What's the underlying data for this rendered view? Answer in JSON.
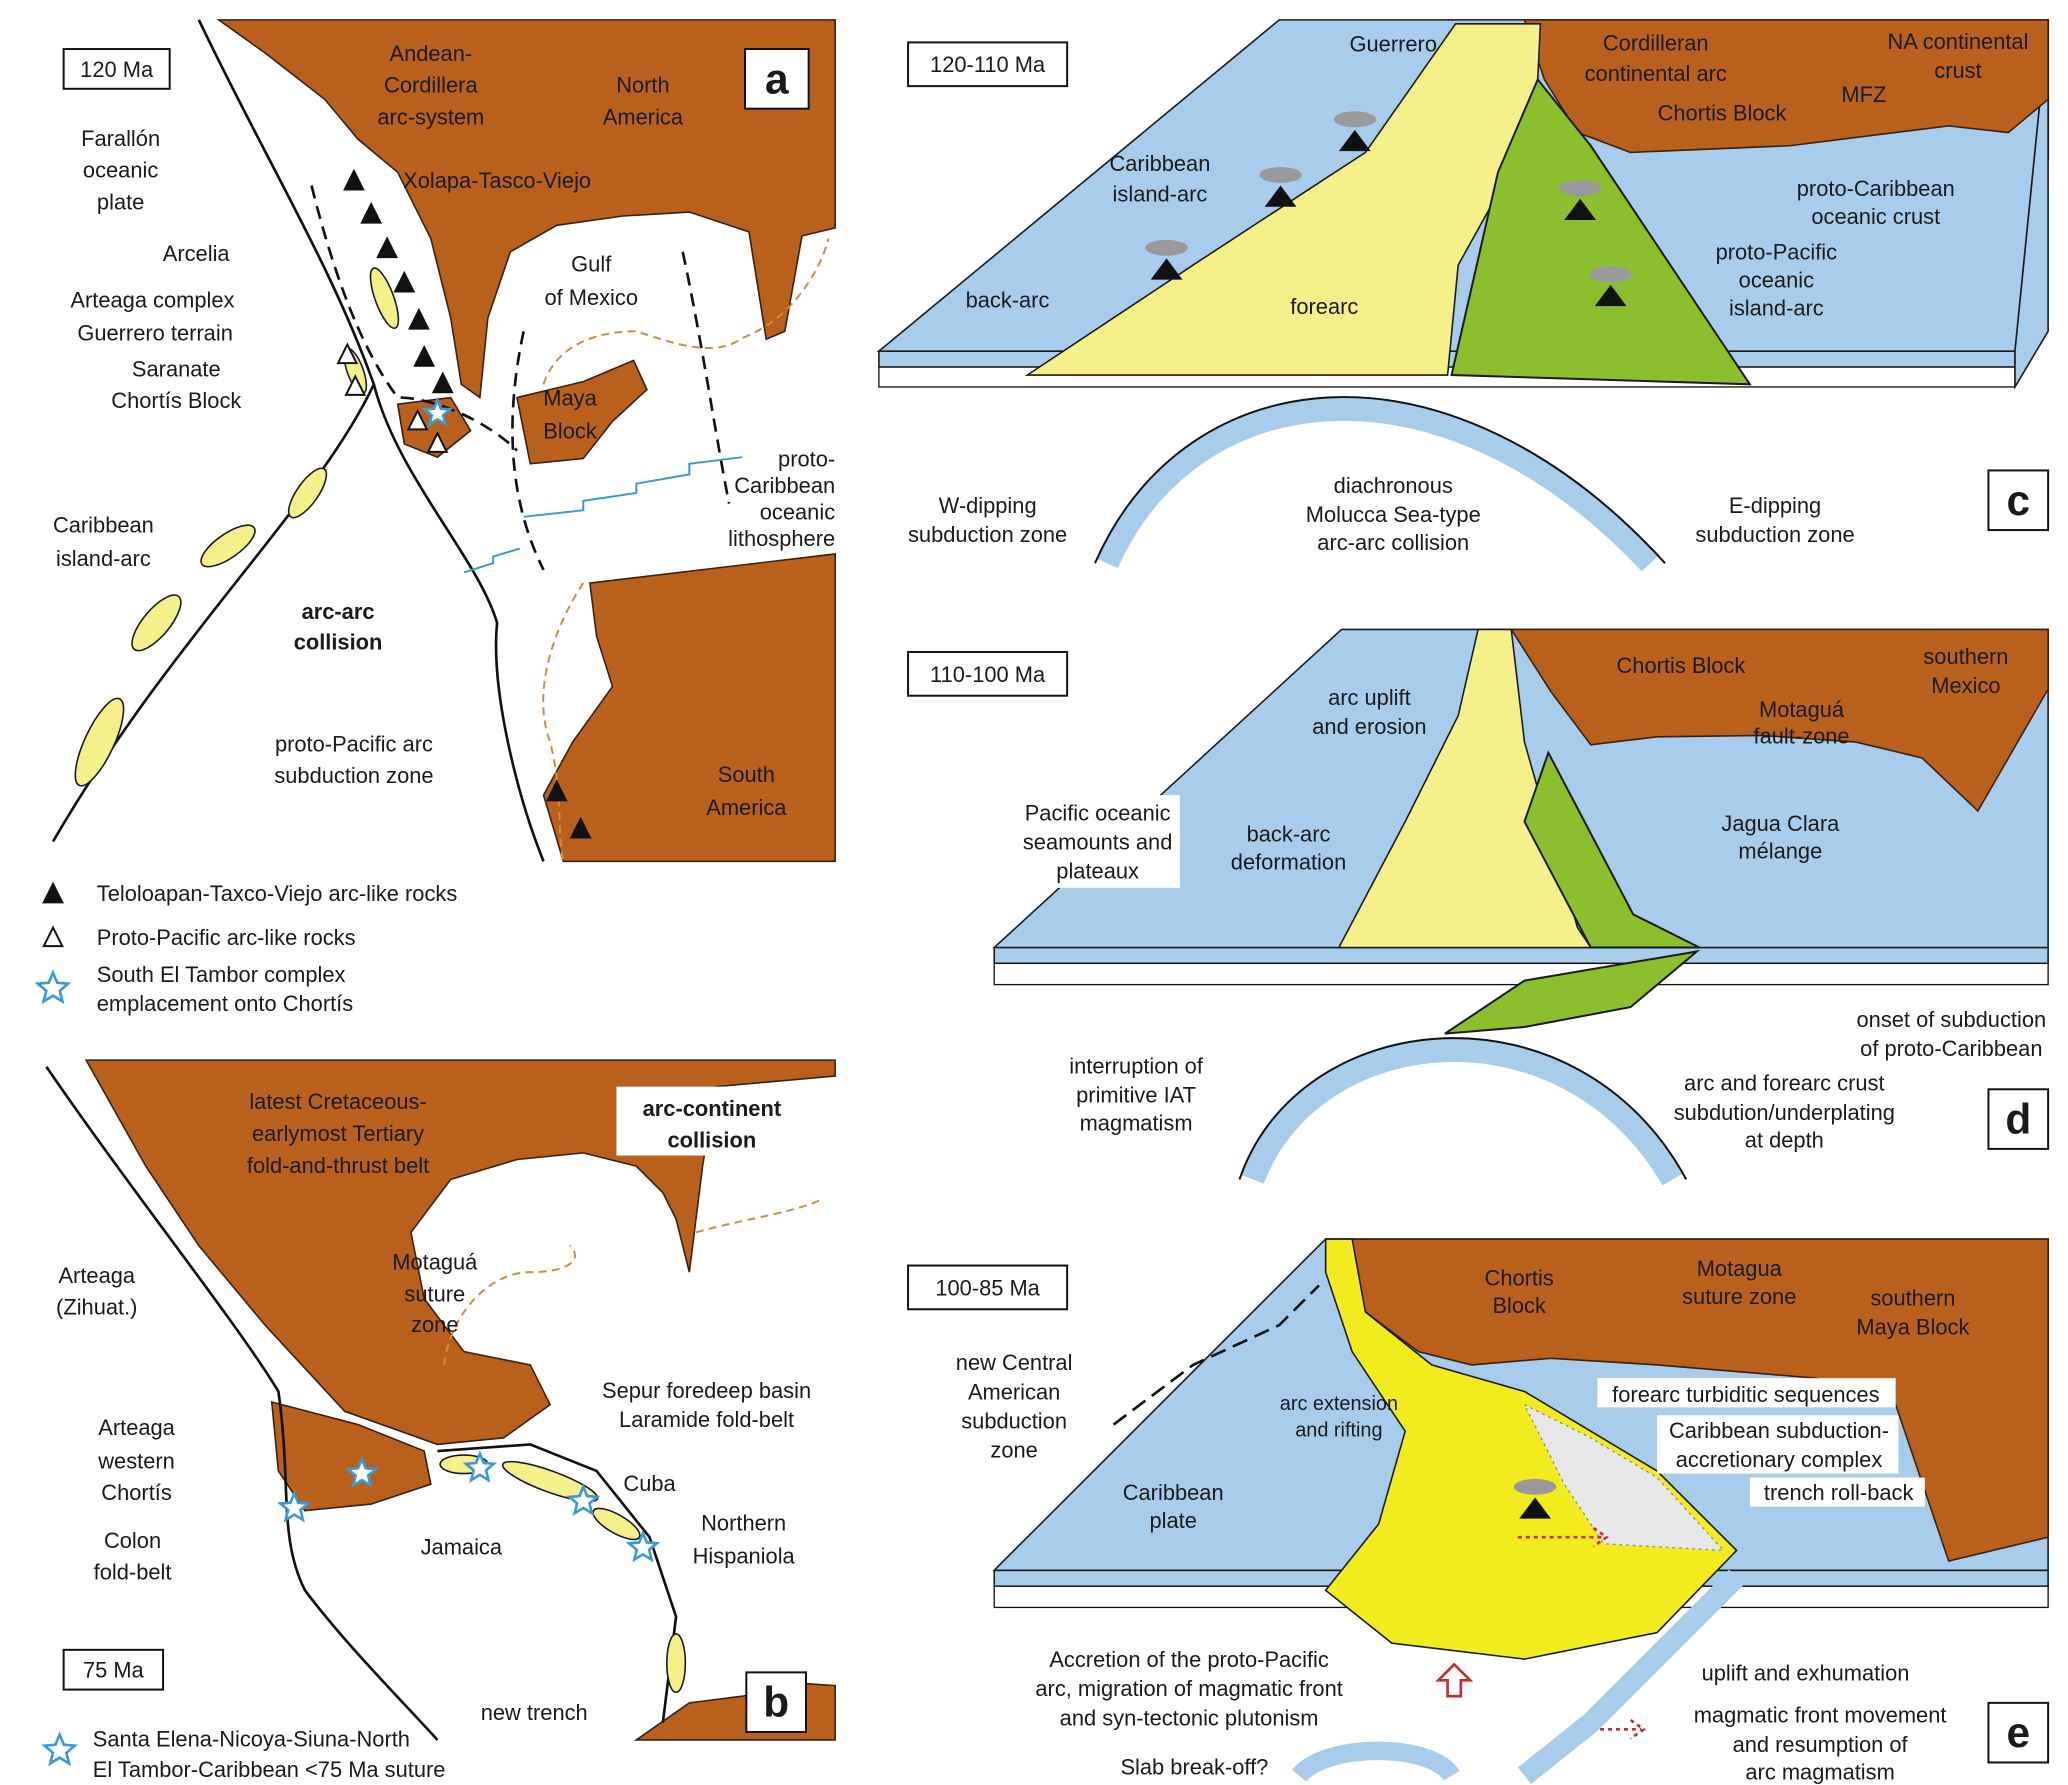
{
  "colors": {
    "continent": "#b8601c",
    "ocean": "#a8cdec",
    "arc_light": "#f6f08a",
    "arc_bright": "#f2ec1e",
    "proto_pacific_arc": "#8cbf2e",
    "suture_star": "#3a9ad9",
    "old_coast": "#d9893d"
  },
  "panel_a": {
    "letter": "a",
    "age": "120 Ma",
    "labels": {
      "andean": [
        "Andean-",
        "Cordillera",
        "arc-system"
      ],
      "north_america": [
        "North",
        "America"
      ],
      "farallon": [
        "Farallón",
        "oceanic",
        "plate"
      ],
      "xolapa": [
        "Xolapa-Tasco-Viejo"
      ],
      "arcelia": [
        "Arcelia"
      ],
      "arteaga": [
        "Arteaga complex"
      ],
      "guerrero": [
        "Guerrero terrain"
      ],
      "saranate": [
        "Saranate"
      ],
      "chortis": [
        "Chortís Block"
      ],
      "gulf": [
        "Gulf",
        "of Mexico"
      ],
      "maya": [
        "Maya",
        "Block"
      ],
      "proto_caribbean": [
        "proto-",
        "Caribbean",
        "oceanic",
        "lithosphere"
      ],
      "caribbean_arc": [
        "Caribbean",
        "island-arc"
      ],
      "arc_arc": [
        "arc-arc",
        "collision"
      ],
      "proto_pacific": [
        "proto-Pacific arc",
        "subduction zone"
      ],
      "south_america": [
        "South",
        "America"
      ]
    },
    "legend": [
      {
        "icon": "filled-triangle",
        "lines": [
          "Teloloapan-Taxco-Viejo arc-like rocks"
        ]
      },
      {
        "icon": "open-triangle",
        "lines": [
          "Proto-Pacific arc-like rocks"
        ]
      },
      {
        "icon": "star",
        "lines": [
          "South El Tambor complex",
          "emplacement onto Chortís"
        ]
      }
    ]
  },
  "panel_b": {
    "letter": "b",
    "age": "75 Ma",
    "labels": {
      "fold_thrust": [
        "latest Cretaceous-",
        "earlymost Tertiary",
        "fold-and-thrust belt"
      ],
      "arc_continent": [
        "arc-continent",
        "collision"
      ],
      "arteaga_zihuat": [
        "Arteaga",
        "(Zihuat.)"
      ],
      "motagua": [
        "Motaguá",
        "suture",
        "zone"
      ],
      "sepur": [
        "Sepur foredeep basin",
        "Laramide fold-belt"
      ],
      "arteaga_western": [
        "Arteaga",
        "western",
        "Chortís"
      ],
      "cuba": [
        "Cuba"
      ],
      "colon": [
        "Colon",
        "fold-belt"
      ],
      "jamaica": [
        "Jamaica"
      ],
      "hispaniola": [
        "Northern",
        "Hispaniola"
      ],
      "new_trench": [
        "new trench"
      ]
    },
    "legend": [
      {
        "icon": "star",
        "lines": [
          "Santa Elena-Nicoya-Siuna-North",
          "El Tambor-Caribbean <75 Ma suture"
        ]
      }
    ]
  },
  "panel_c": {
    "letter": "c",
    "age": "120-110 Ma",
    "labels": {
      "guerrero": [
        "Guerrero"
      ],
      "cordilleran": [
        "Cordilleran",
        "continental arc"
      ],
      "na_crust": [
        "NA continental",
        "crust"
      ],
      "mfz": [
        "MFZ"
      ],
      "chortis": [
        "Chortis Block"
      ],
      "caribbean_arc": [
        "Caribbean",
        "island-arc"
      ],
      "proto_caribbean": [
        "proto-Caribbean",
        "oceanic crust"
      ],
      "proto_pacific": [
        "proto-Pacific",
        "oceanic",
        "island-arc"
      ],
      "back_arc": [
        "back-arc"
      ],
      "forearc": [
        "forearc"
      ],
      "w_dipping": [
        "W-dipping",
        "subduction zone"
      ],
      "diachronous": [
        "diachronous",
        "Molucca Sea-type",
        "arc-arc collision"
      ],
      "e_dipping": [
        "E-dipping",
        "subduction zone"
      ]
    }
  },
  "panel_d": {
    "letter": "d",
    "age": "110-100 Ma",
    "labels": {
      "chortis": [
        "Chortis Block"
      ],
      "southern_mexico": [
        "southern",
        "Mexico"
      ],
      "motagua": [
        "Motaguá",
        "fault-zone"
      ],
      "arc_uplift": [
        "arc uplift",
        "and erosion"
      ],
      "pacific": [
        "Pacific oceanic",
        "seamounts and",
        "plateaux"
      ],
      "backarc_def": [
        "back-arc",
        "deformation"
      ],
      "jagua": [
        "Jagua Clara",
        "mélange"
      ],
      "onset": [
        "onset of subduction",
        "of proto-Caribbean"
      ],
      "interruption": [
        "interruption of",
        "primitive IAT",
        "magmatism"
      ],
      "arc_forearc": [
        "arc and forearc crust",
        "subdution/underplating",
        "at depth"
      ]
    }
  },
  "panel_e": {
    "letter": "e",
    "age": "100-85 Ma",
    "labels": {
      "chortis": [
        "Chortis",
        "Block"
      ],
      "motagua": [
        "Motagua",
        "suture zone"
      ],
      "southern_maya": [
        "southern",
        "Maya Block"
      ],
      "new_central": [
        "new Central",
        "American",
        "subduction",
        "zone"
      ],
      "arc_extension": [
        "arc extension",
        "and rifting"
      ],
      "forearc_turb": [
        "forearc turbiditic sequences"
      ],
      "caribbean_sub": [
        "Caribbean subduction-",
        "accretionary complex"
      ],
      "trench": [
        "trench roll-back"
      ],
      "caribbean_plate": [
        "Caribbean",
        "plate"
      ],
      "accretion": [
        "Accretion of the proto-Pacific",
        "arc, migration of magmatic front",
        "and syn-tectonic plutonism"
      ],
      "uplift": [
        "uplift and exhumation"
      ],
      "magmatic": [
        "magmatic front movement",
        "and resumption of",
        "arc magmatism"
      ],
      "slab": [
        "Slab break-off?"
      ]
    }
  }
}
